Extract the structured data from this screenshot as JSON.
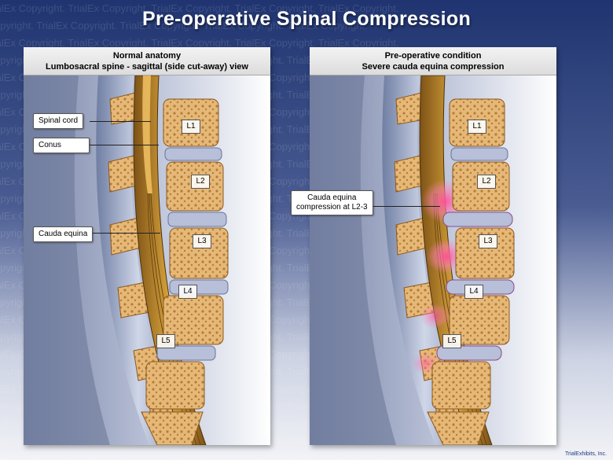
{
  "title": "Pre-operative Spinal Compression",
  "watermark_text": "TrialEx Copyright. TrialEx Copyright. TrialEx Copyright. TrialEx Copyright. TrialEx Copyright.",
  "left_panel": {
    "heading_line1": "Normal anatomy",
    "heading_line2": "Lumbosacral spine - sagittal (side cut-away) view",
    "callouts": {
      "spinal_cord": "Spinal cord",
      "conus": "Conus",
      "cauda_equina": "Cauda equina"
    },
    "vertebrae": [
      "L1",
      "L2",
      "L3",
      "L4",
      "L5"
    ]
  },
  "right_panel": {
    "heading_line1": "Pre-operative condition",
    "heading_line2": "Severe cauda equina compression",
    "callouts": {
      "compression_line1": "Cauda equina",
      "compression_line2": "compression at L2-3"
    },
    "vertebrae": [
      "L1",
      "L2",
      "L3",
      "L4",
      "L5"
    ]
  },
  "logo_text": "TrialExhibits, Inc.",
  "colors": {
    "bone": "#e6b877",
    "disc": "#b7bfd9",
    "canal": "#c08a2a",
    "compression": "#ff4f9a"
  }
}
